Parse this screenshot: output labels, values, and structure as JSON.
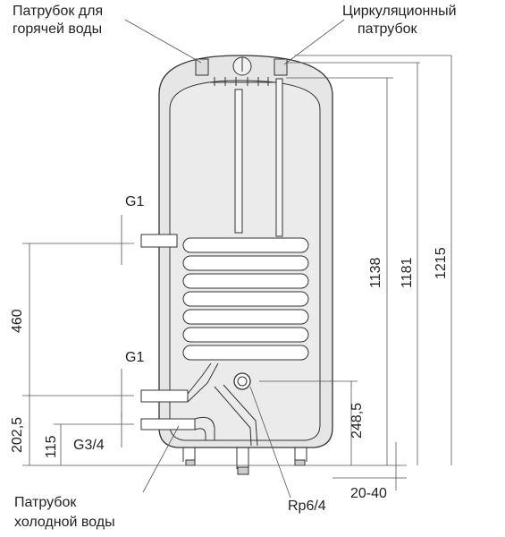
{
  "labels": {
    "hot_water_outlet_line1": "Патрубок для",
    "hot_water_outlet_line2": "горячей воды",
    "circulation_line1": "Циркуляционный",
    "circulation_line2": "патрубок",
    "cold_water_line1": "Патрубок",
    "cold_water_line2": "холодной воды",
    "coil_inlet_thread": "G1",
    "coil_outlet_thread": "G1",
    "cold_thread": "G3/4",
    "sensor_thread": "Rp6/4"
  },
  "dimensions": {
    "d460": "460",
    "d202_5": "202,5",
    "d115": "115",
    "d248_5": "248,5",
    "d1138": "1138",
    "d1181": "1181",
    "d1215": "1215",
    "d20_40": "20-40"
  },
  "colors": {
    "tank_fill": "#e6e6e6",
    "tank_inner": "#ececec",
    "coil": "#ffffff",
    "stroke": "#333333"
  }
}
